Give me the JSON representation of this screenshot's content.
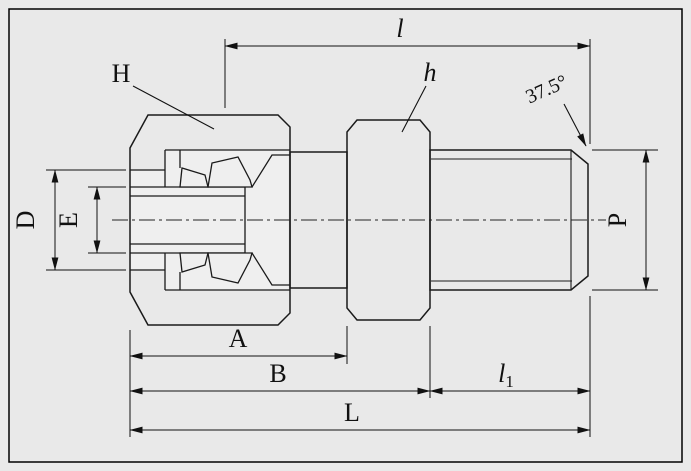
{
  "drawing": {
    "kind": "technical-drawing-tube-fitting-male-connector-section",
    "background": "#e9e9e9",
    "line_color": "#1a1a1a",
    "labels": {
      "nut": "H",
      "hex": "h",
      "tip_length": "l",
      "chamfer_angle": "37.5°",
      "nut_opening_dia": "D",
      "tube_dia": "E",
      "thread_dia": "P",
      "dim_a": "A",
      "dim_b": "B",
      "thread_length_main": "l",
      "thread_length_sub": "1",
      "overall_length": "L"
    }
  }
}
